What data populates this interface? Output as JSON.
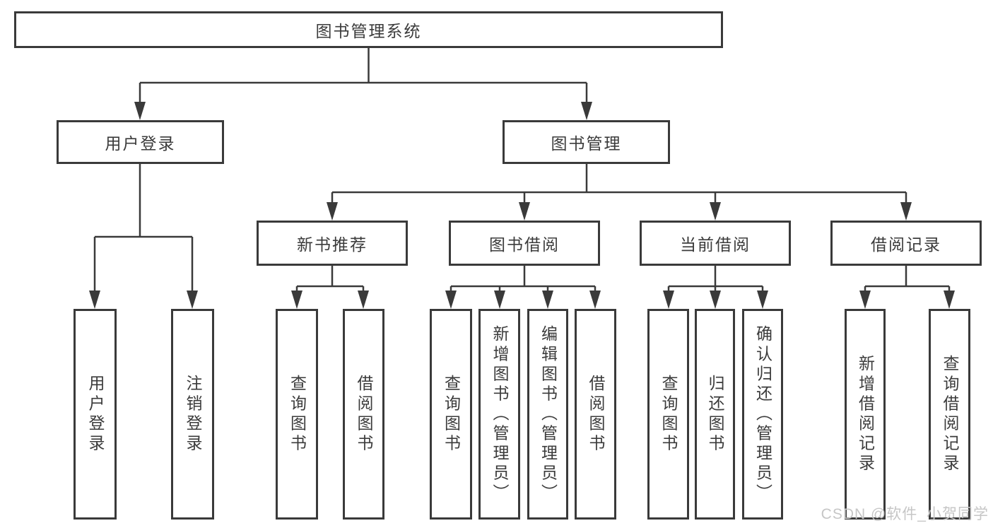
{
  "tree": {
    "label": "图书管理系统",
    "children": [
      {
        "label": "用户登录",
        "children": [
          {
            "label": "用户登录"
          },
          {
            "label": "注销登录"
          }
        ]
      },
      {
        "label": "图书管理",
        "children": [
          {
            "label": "新书推荐",
            "children": [
              {
                "label": "查询图书"
              },
              {
                "label": "借阅图书"
              }
            ]
          },
          {
            "label": "图书借阅",
            "children": [
              {
                "label": "查询图书"
              },
              {
                "label": "新增图书（管理员）"
              },
              {
                "label": "编辑图书（管理员）"
              },
              {
                "label": "借阅图书"
              }
            ]
          },
          {
            "label": "当前借阅",
            "children": [
              {
                "label": "查询图书"
              },
              {
                "label": "归还图书"
              },
              {
                "label": "确认归还（管理员）"
              }
            ]
          },
          {
            "label": "借阅记录",
            "children": [
              {
                "label": "新增借阅记录"
              },
              {
                "label": "查询借阅记录"
              }
            ]
          }
        ]
      }
    ]
  },
  "watermark": "CSDN @软件_小贺同学",
  "colors": {
    "line": "#3a3a3a",
    "text": "#3b3b3b",
    "background": "#ffffff",
    "watermark": "#c6c6c6"
  }
}
